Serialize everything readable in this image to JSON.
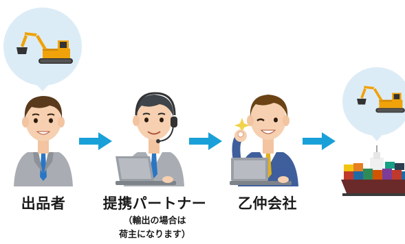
{
  "flow": {
    "steps": [
      {
        "label": "出品者"
      },
      {
        "label": "提携パートナー",
        "note_line1": "（輸出の場合は",
        "note_line2": "荷主になります）"
      },
      {
        "label": "乙仲会社"
      }
    ]
  },
  "colors": {
    "arrow": "#1aa0d8",
    "bubble": "#dcecf6",
    "excavator": "#f0a20a",
    "suit": "#a9adb3",
    "suit_blue": "#3f5e9c",
    "skin": "#f6d0b0",
    "hair": "#5a3a1c",
    "tie": "#2a76c4",
    "laptop": "#9a9fa6",
    "ship_hull": "#6a2a2a"
  },
  "icons": [
    "excavator-icon",
    "container-ship-icon",
    "headset-icon",
    "laptop-icon",
    "sparkle-icon"
  ]
}
